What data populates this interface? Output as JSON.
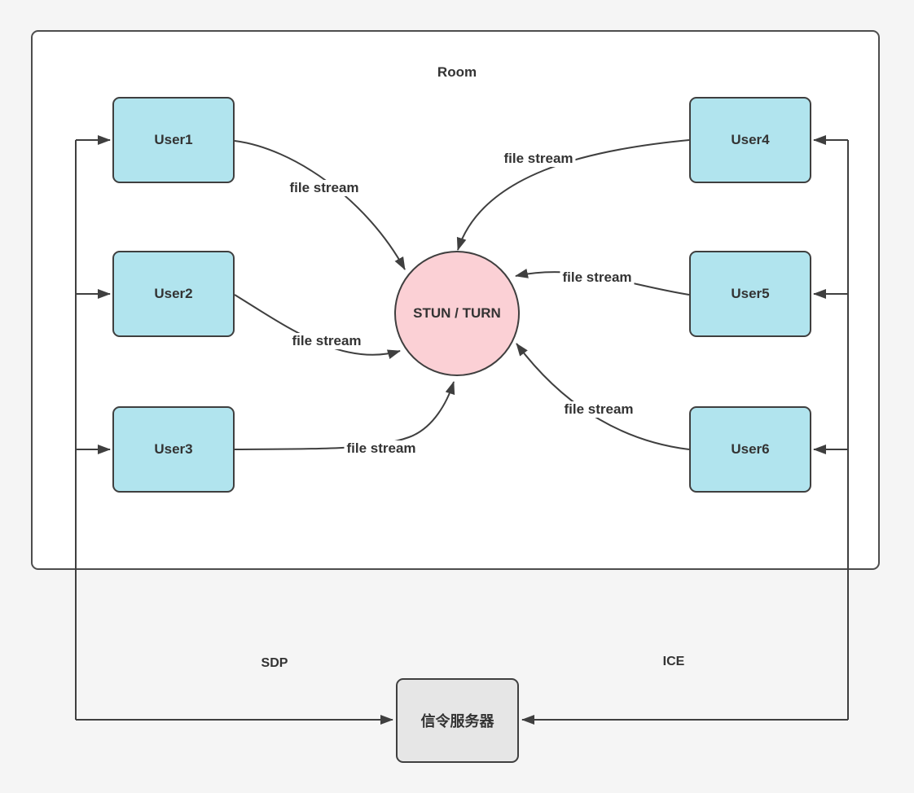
{
  "room": {
    "label": "Room"
  },
  "nodes": {
    "users": [
      {
        "label": "User1"
      },
      {
        "label": "User2"
      },
      {
        "label": "User3"
      },
      {
        "label": "User4"
      },
      {
        "label": "User5"
      },
      {
        "label": "User6"
      }
    ],
    "relay": {
      "label": "STUN / TURN"
    },
    "signaling": {
      "label": "信令服务器"
    }
  },
  "edge_labels": {
    "file_stream": "file stream",
    "sdp": "SDP",
    "ice": "ICE"
  },
  "edges": [
    {
      "from": "User1",
      "to": "STUN / TURN",
      "label": "file stream",
      "style": "curved-arrow"
    },
    {
      "from": "User2",
      "to": "STUN / TURN",
      "label": "file stream",
      "style": "curved-arrow"
    },
    {
      "from": "User3",
      "to": "STUN / TURN",
      "label": "file stream",
      "style": "curved-arrow"
    },
    {
      "from": "User4",
      "to": "STUN / TURN",
      "label": "file stream",
      "style": "curved-arrow"
    },
    {
      "from": "User5",
      "to": "STUN / TURN",
      "label": "file stream",
      "style": "curved-arrow"
    },
    {
      "from": "User6",
      "to": "STUN / TURN",
      "label": "file stream",
      "style": "curved-arrow"
    },
    {
      "from": "信令服务器",
      "to": "User1, User2, User3",
      "label": "SDP",
      "style": "orthogonal-arrows"
    },
    {
      "from": "信令服务器",
      "to": "User4, User5, User6",
      "label": "ICE",
      "style": "orthogonal-arrows"
    }
  ],
  "colors": {
    "canvas_bg": "#f5f5f5",
    "room_bg": "#ffffff",
    "room_border": "#4d4d4d",
    "user_fill": "#b1e4ee",
    "relay_fill": "#fbd0d5",
    "signaling_fill": "#e6e6e6",
    "stroke": "#3f3f3f",
    "text": "#333333"
  }
}
